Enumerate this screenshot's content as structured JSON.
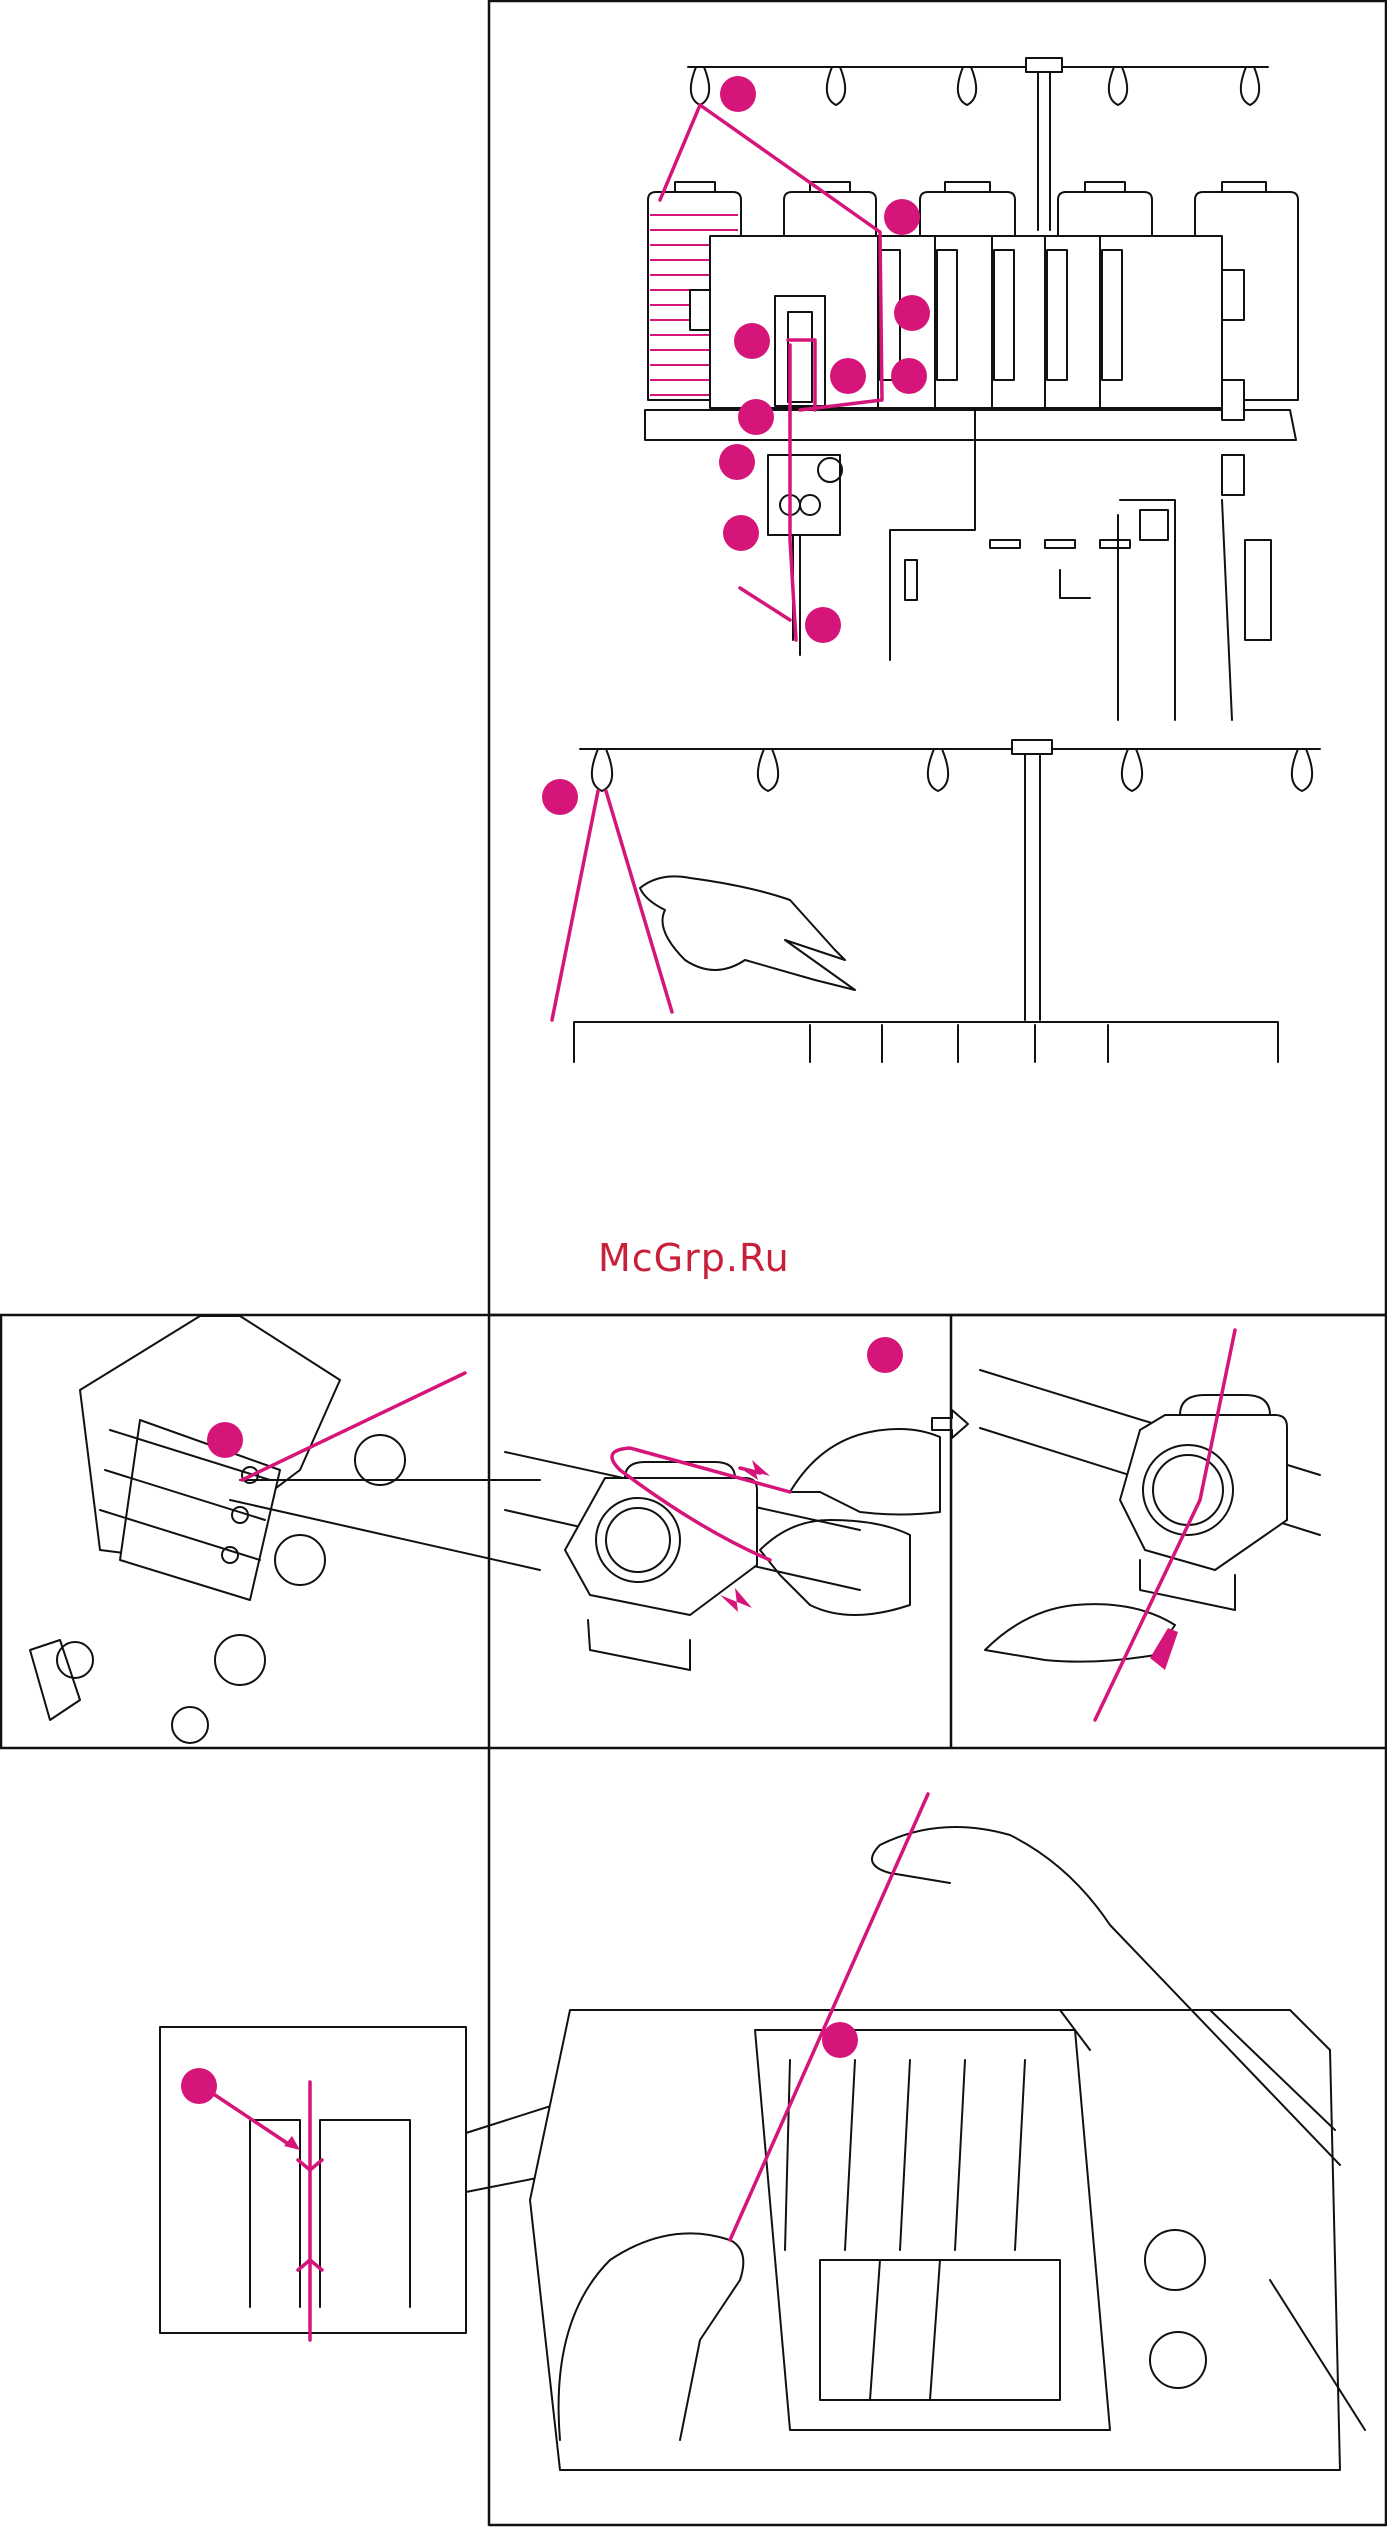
{
  "watermark": {
    "text": "McGrp.Ru",
    "color": "#c8203a"
  },
  "colors": {
    "accent": "#d6157a",
    "ink": "#111111",
    "paper": "#ffffff"
  },
  "panels": [
    {
      "id": "overview-threading-path",
      "callout_markers": 10
    },
    {
      "id": "thread-guide-pole",
      "callout_markers": 1
    },
    {
      "id": "thread-guide-closeup",
      "callout_markers": 1
    },
    {
      "id": "tension-disc-hand-threading",
      "callout_markers": 1,
      "arrows": 2
    },
    {
      "id": "tension-disc-pull-down",
      "arrows": 1
    },
    {
      "id": "tension-slot-detail",
      "callout_markers": 1
    },
    {
      "id": "tension-slot-hand-threading",
      "callout_markers": 1
    }
  ]
}
